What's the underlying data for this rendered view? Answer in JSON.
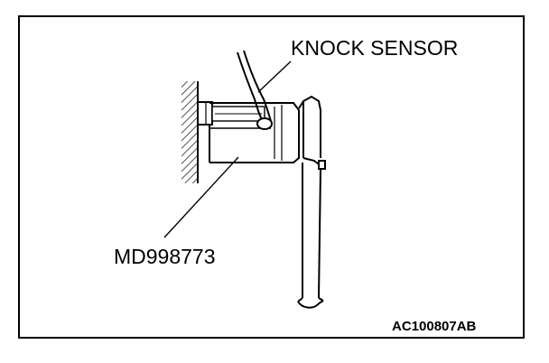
{
  "labels": {
    "knock_sensor": "KNOCK SENSOR",
    "tool": "MD998773"
  },
  "figure_code": "AC100807AB",
  "colors": {
    "line": "#000000",
    "background": "#ffffff"
  }
}
